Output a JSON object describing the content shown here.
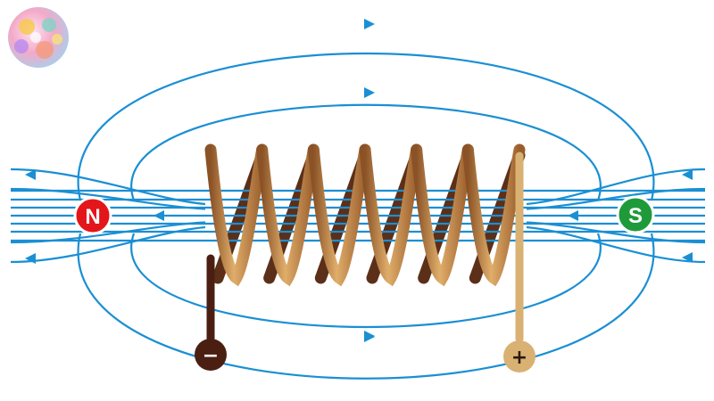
{
  "diagram": {
    "poles": {
      "north": {
        "label": "N",
        "color": "#e3161b"
      },
      "south": {
        "label": "S",
        "color": "#1f9a3a"
      }
    },
    "terminals": {
      "negative": {
        "label": "−",
        "color": "#4a1f12",
        "text_color": "#ffffff"
      },
      "positive": {
        "label": "+",
        "color": "#d9b173",
        "text_color": "#2b1a0c"
      }
    },
    "coil": {
      "turns": 6,
      "front_color": "#c98d4c",
      "back_color": "#5b2f18"
    },
    "field_line_color": "#1a8fd4",
    "logo": {
      "name": "colorful-sphere-logo"
    }
  }
}
